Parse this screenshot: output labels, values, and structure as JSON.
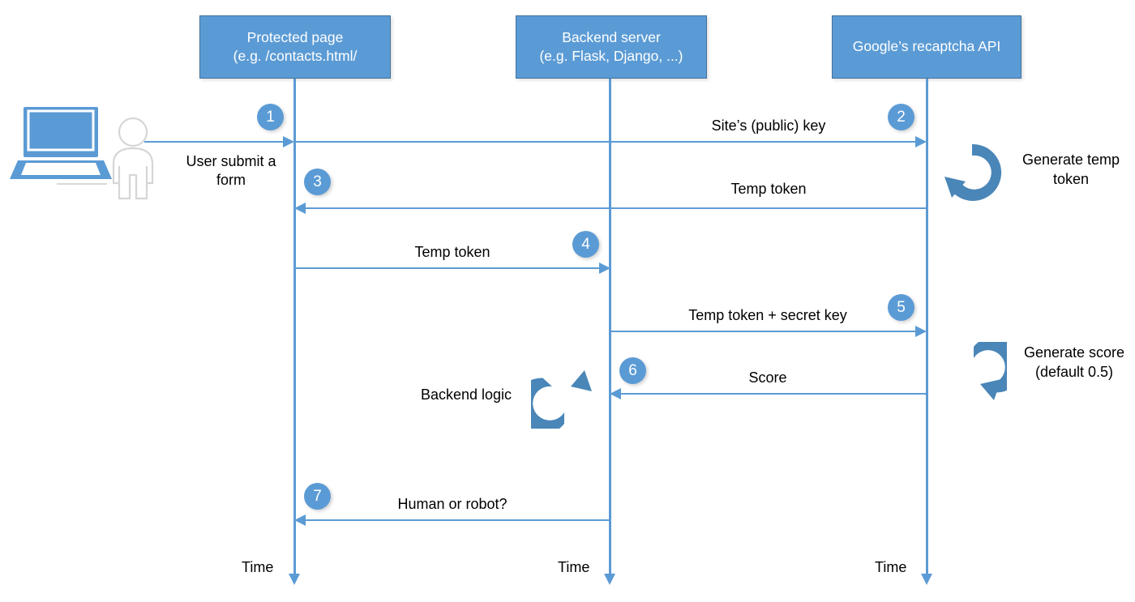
{
  "diagram": {
    "type": "sequence-diagram",
    "title": "Google reCAPTCHA v3 request flow",
    "colors": {
      "accent": "#5B9BD5",
      "accent_border": "#41719C",
      "loop_icon": "#4A86B8",
      "text": "#000000",
      "box_text": "#FFFFFF",
      "background": "#FFFFFF"
    }
  },
  "actors": [
    {
      "id": "protected-page",
      "line1": "Protected page",
      "line2": "(e.g. /contacts.html/",
      "time_label": "Time"
    },
    {
      "id": "backend-server",
      "line1": "Backend server",
      "line2": "(e.g. Flask, Django, ...)",
      "time_label": "Time"
    },
    {
      "id": "recaptcha-api",
      "line1": "Google’s recaptcha API",
      "line2": "",
      "time_label": "Time"
    }
  ],
  "user": {
    "laptop_icon": "laptop-icon",
    "person_icon": "person-icon"
  },
  "messages": [
    {
      "step": "1",
      "label": "User submit a\nform",
      "label_line1": "User submit a",
      "label_line2": "form",
      "from": "user",
      "to": "protected-page",
      "direction": "right"
    },
    {
      "step": "2",
      "label": "Site’s (public) key",
      "from": "protected-page",
      "to": "recaptcha-api",
      "direction": "right"
    },
    {
      "step": "3",
      "label": "Temp token",
      "from": "recaptcha-api",
      "to": "protected-page",
      "direction": "left"
    },
    {
      "step": "4",
      "label": "Temp token",
      "from": "protected-page",
      "to": "backend-server",
      "direction": "right"
    },
    {
      "step": "5",
      "label": "Temp token + secret key",
      "from": "backend-server",
      "to": "recaptcha-api",
      "direction": "right"
    },
    {
      "step": "6",
      "label": "Score",
      "from": "recaptcha-api",
      "to": "backend-server",
      "direction": "left"
    },
    {
      "step": "7",
      "label": "Human or robot?",
      "from": "backend-server",
      "to": "protected-page",
      "direction": "left"
    }
  ],
  "self_actions": [
    {
      "id": "generate-temp-token",
      "icon": "circular-arrow-counterclockwise-icon",
      "label_line1": "Generate temp",
      "label_line2": "token",
      "actor": "recaptcha-api"
    },
    {
      "id": "generate-score",
      "icon": "circular-arrow-clockwise-icon",
      "label_line1": "Generate score",
      "label_line2": "(default 0.5)",
      "actor": "recaptcha-api"
    },
    {
      "id": "backend-logic",
      "icon": "circular-arrow-clockwise-icon",
      "label_line1": "Backend logic",
      "label_line2": "",
      "actor": "backend-server"
    }
  ]
}
